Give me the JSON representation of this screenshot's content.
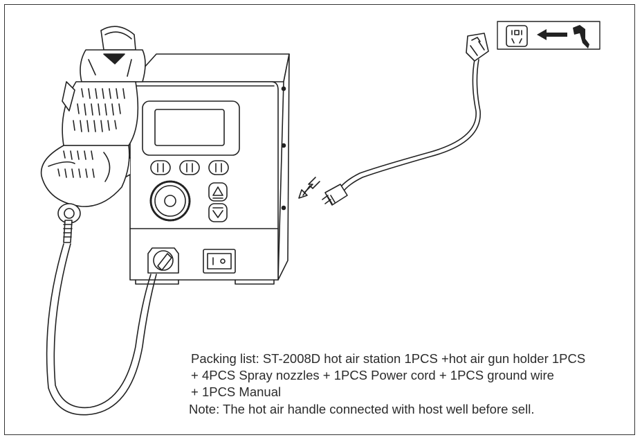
{
  "packing_list": {
    "line1": "Packing list: ST-2008D hot air station 1PCS +hot air gun holder 1PCS",
    "line2": "+ 4PCS Spray nozzles + 1PCS Power cord + 1PCS ground wire",
    "line3": "+ 1PCS Manual"
  },
  "note": "Note: The hot air handle connected with host well before sell.",
  "colors": {
    "line": "#222222",
    "background": "#ffffff"
  }
}
